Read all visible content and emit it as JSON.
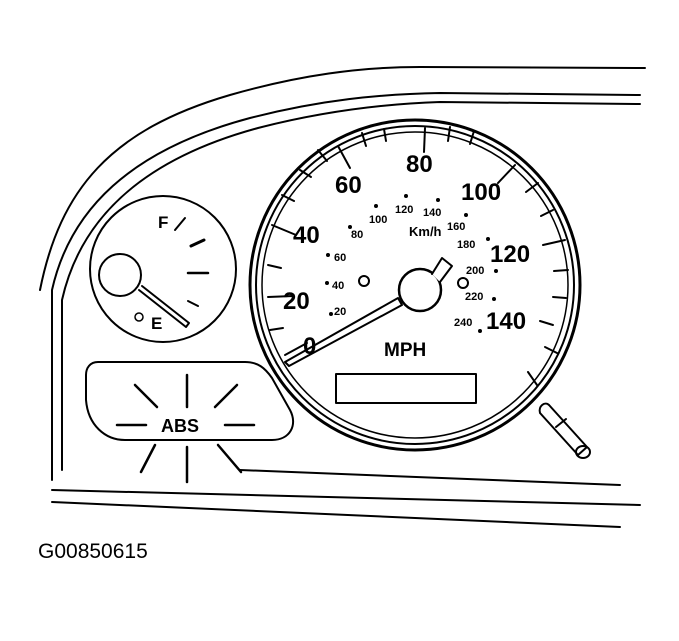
{
  "figure": {
    "caption_id": "G00850615",
    "colors": {
      "line": "#000000",
      "background": "#ffffff"
    }
  },
  "speedometer": {
    "unit_label": "MPH",
    "secondary_unit_label": "Km/h",
    "mph_labels": [
      "0",
      "20",
      "40",
      "60",
      "80",
      "100",
      "120",
      "140"
    ],
    "kmh_labels": [
      "20",
      "40",
      "60",
      "80",
      "100",
      "120",
      "140",
      "160",
      "180",
      "200",
      "220",
      "240"
    ],
    "odometer_display": ""
  },
  "fuel_gauge": {
    "full_label": "F",
    "empty_label": "E"
  },
  "warning_lamp": {
    "label": "ABS",
    "state": "illuminated"
  },
  "reset_stem": {
    "icon": "trip-reset-knob-icon"
  }
}
